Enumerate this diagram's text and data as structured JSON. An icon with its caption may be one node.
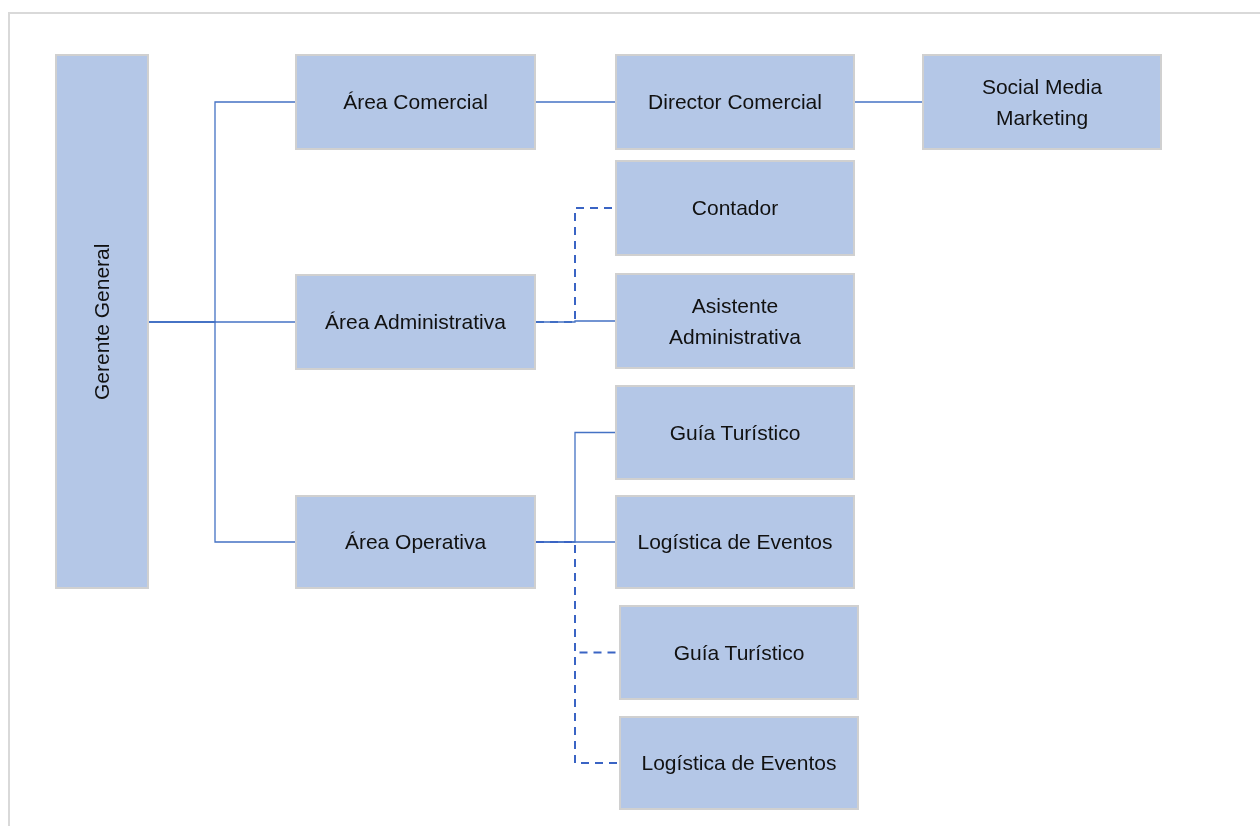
{
  "diagram": {
    "nodes": [
      {
        "text": [
          "Gerente General"
        ]
      },
      {
        "text": [
          "Área Comercial"
        ]
      },
      {
        "text": [
          "Área Administrativa"
        ]
      },
      {
        "text": [
          "Área Operativa"
        ]
      },
      {
        "text": [
          "Director Comercial"
        ]
      },
      {
        "text": [
          "Social Media Marketing"
        ]
      },
      {
        "text": [
          "Contador"
        ]
      },
      {
        "text": [
          "Asistente Administrativa"
        ]
      },
      {
        "text": [
          "Guía Turístico"
        ]
      },
      {
        "text": [
          "Logística de Eventos"
        ]
      },
      {
        "text": [
          "Guía Turístico"
        ]
      },
      {
        "text": [
          "Logística de Eventos"
        ]
      }
    ],
    "edges": [
      {
        "from": 0,
        "to": 1,
        "arrow": "none"
      },
      {
        "from": 0,
        "to": 2,
        "arrow": "none"
      },
      {
        "from": 0,
        "to": 3,
        "arrow": "none"
      },
      {
        "from": 1,
        "to": 4,
        "arrow": "none"
      },
      {
        "from": 4,
        "to": 5,
        "arrow": "none"
      },
      {
        "from": 2,
        "to": 6,
        "arrow": "none",
        "style": "dashed"
      },
      {
        "from": 2,
        "to": 7,
        "arrow": "none"
      },
      {
        "from": 3,
        "to": 8,
        "arrow": "none"
      },
      {
        "from": 3,
        "to": 9,
        "arrow": "none"
      },
      {
        "from": 3,
        "to": 10,
        "arrow": "none",
        "style": "dashed"
      },
      {
        "from": 3,
        "to": 11,
        "arrow": "none",
        "style": "dashed"
      }
    ]
  }
}
